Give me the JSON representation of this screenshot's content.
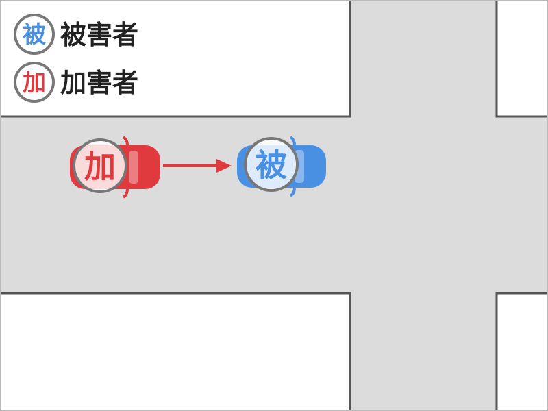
{
  "legend": {
    "victim": {
      "symbol": "被",
      "label": "被害者"
    },
    "perpetrator": {
      "symbol": "加",
      "label": "加害者"
    }
  },
  "cars": {
    "perpetrator": {
      "symbol": "加"
    },
    "victim": {
      "symbol": "被"
    }
  },
  "colors": {
    "victim": "#4a90e2",
    "perpetrator": "#e0393e",
    "road": "#dcdcdc",
    "curb": "#555555",
    "circle": "#777777",
    "text": "#222222"
  }
}
